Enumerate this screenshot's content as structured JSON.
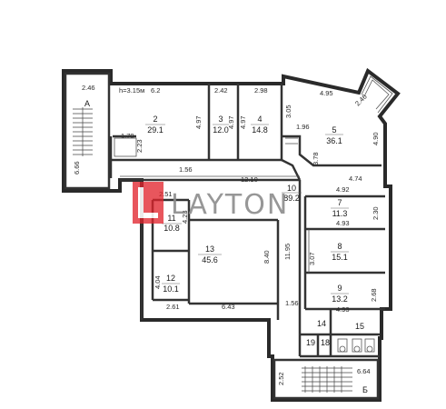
{
  "watermark": {
    "text": "LAYTON",
    "brand_color": "#e0232b"
  },
  "plan_note": "h=3.15м",
  "rooms": [
    {
      "id": "A",
      "num": "А",
      "area": ""
    },
    {
      "id": "r2",
      "num": "2",
      "area": "29.1"
    },
    {
      "id": "r3",
      "num": "3",
      "area": "12.0"
    },
    {
      "id": "r4",
      "num": "4",
      "area": "14.8"
    },
    {
      "id": "r5",
      "num": "5",
      "area": "36.1"
    },
    {
      "id": "r7",
      "num": "7",
      "area": "11.3"
    },
    {
      "id": "r8",
      "num": "8",
      "area": "15.1"
    },
    {
      "id": "r9",
      "num": "9",
      "area": "13.2"
    },
    {
      "id": "r10",
      "num": "10",
      "area": "89.2"
    },
    {
      "id": "r11",
      "num": "11",
      "area": "10.8"
    },
    {
      "id": "r12",
      "num": "12",
      "area": "10.1"
    },
    {
      "id": "r13",
      "num": "13",
      "area": "45.6"
    },
    {
      "id": "r14",
      "num": "14",
      "area": ""
    },
    {
      "id": "r15",
      "num": "15",
      "area": ""
    },
    {
      "id": "r18",
      "num": "18",
      "area": ""
    },
    {
      "id": "r19",
      "num": "19",
      "area": ""
    },
    {
      "id": "B",
      "num": "Б",
      "area": ""
    }
  ],
  "dimensions": [
    "2.46",
    "6.2",
    "2.42",
    "2.98",
    "4.95",
    "2.46",
    "4.97",
    "4.97",
    "4.97",
    "3.05",
    "1.70",
    "1.96",
    "2.23",
    "6.66",
    "1.56",
    "3.78",
    "4.90",
    "12.10",
    "4.74",
    "2.51",
    "4.92",
    "2.30",
    "4.93",
    "4.23",
    "11.95",
    "3.07",
    "8.40",
    "4.04",
    "1.56",
    "2.68",
    "2.61",
    "6.43",
    "4.93",
    "2.52",
    "6.64"
  ]
}
